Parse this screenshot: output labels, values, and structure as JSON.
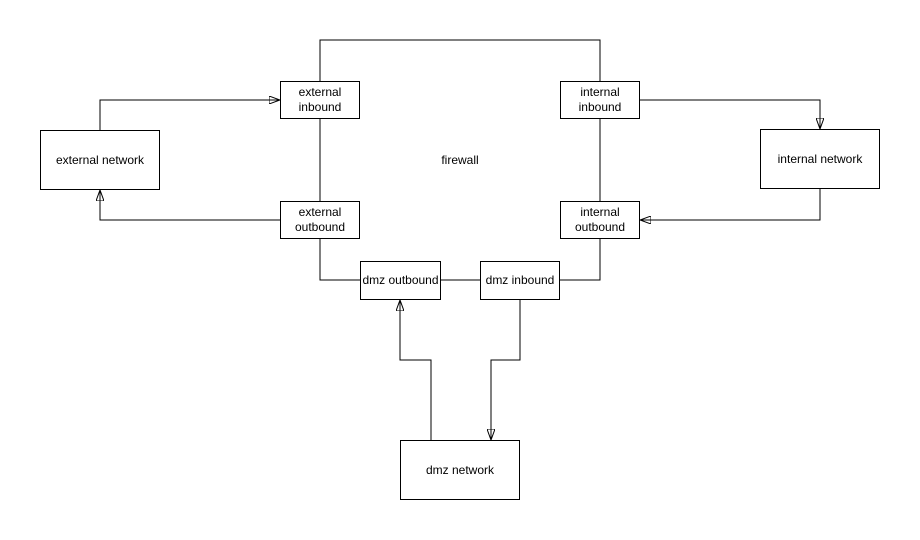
{
  "diagram": {
    "background_color": "#ffffff",
    "stroke_color": "#000000",
    "center_label": "firewall",
    "nodes": [
      {
        "id": "external-network",
        "label": "external network"
      },
      {
        "id": "external-inbound",
        "label": "external\ninbound"
      },
      {
        "id": "external-outbound",
        "label": "external\noutbound"
      },
      {
        "id": "internal-inbound",
        "label": "internal\ninbound"
      },
      {
        "id": "internal-outbound",
        "label": "internal\noutbound"
      },
      {
        "id": "dmz-outbound",
        "label": "dmz outbound"
      },
      {
        "id": "dmz-inbound",
        "label": "dmz inbound"
      },
      {
        "id": "internal-network",
        "label": "internal network"
      },
      {
        "id": "dmz-network",
        "label": "dmz network"
      }
    ],
    "edges": [
      {
        "from": "external-inbound",
        "to": "internal-inbound",
        "arrow": false
      },
      {
        "from": "external-network",
        "to": "external-inbound",
        "arrow": true
      },
      {
        "from": "external-outbound",
        "to": "external-network",
        "arrow": true
      },
      {
        "from": "external-inbound",
        "to": "external-outbound",
        "arrow": false
      },
      {
        "from": "internal-inbound",
        "to": "internal-outbound",
        "arrow": false
      },
      {
        "from": "internal-inbound",
        "to": "internal-network",
        "arrow": true
      },
      {
        "from": "internal-network",
        "to": "internal-outbound",
        "arrow": true
      },
      {
        "from": "external-outbound",
        "to": "dmz-outbound",
        "arrow": false
      },
      {
        "from": "dmz-outbound",
        "to": "dmz-inbound",
        "arrow": false
      },
      {
        "from": "dmz-inbound",
        "to": "internal-outbound",
        "arrow": false
      },
      {
        "from": "dmz-network",
        "to": "dmz-outbound",
        "arrow": true
      },
      {
        "from": "dmz-inbound",
        "to": "dmz-network",
        "arrow": true
      }
    ]
  }
}
